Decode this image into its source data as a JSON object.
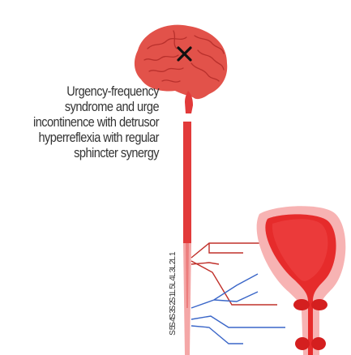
{
  "header_fragment": "",
  "description": {
    "lines": [
      "Urgency-frequency",
      "syndrome and urge",
      "incontinence with detrusor",
      "hyperreflexia with regular",
      "sphincter synergy"
    ]
  },
  "lesion_marker": "×",
  "spinal_segments": [
    "L1",
    "L2",
    "L3",
    "L4",
    "L5",
    "S1",
    "S2",
    "S3",
    "S4",
    "S5"
  ],
  "colors": {
    "brain": "#e2524a",
    "brain_dark": "#b8302c",
    "spinal_cord": "#e23a3a",
    "spinal_cord_light": "#f4a7a7",
    "bladder_outer": "#f7b3b3",
    "bladder_inner": "#e62b2b",
    "sympathetic_nerve": "#c0302a",
    "parasympathetic_nerve": "#3a66c8",
    "pudendal_nerve": "#3a66c8",
    "text": "#333333"
  }
}
